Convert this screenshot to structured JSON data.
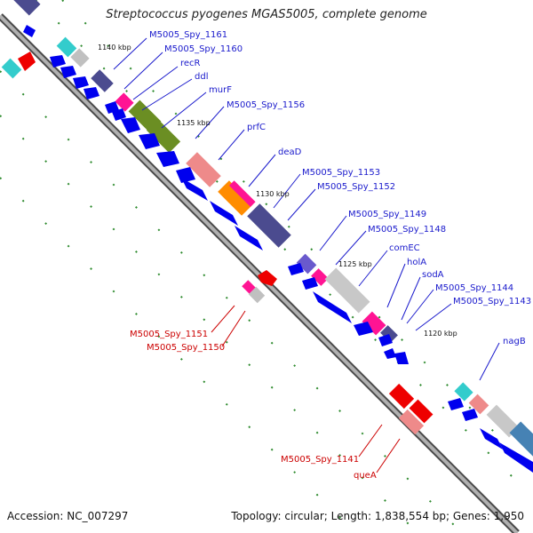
{
  "title": "Streptococcus pyogenes MGAS5005, complete genome",
  "accession": "Accession: NC_007297",
  "info": "Topology: circular; Length: 1,838,554 bp; Genes: 1,950",
  "colors": {
    "forward_gene": "#0000ee",
    "label_top": "#1a1acc",
    "label_bottom": "#cc0000",
    "backbone": "#808080",
    "tick": "#2e8b2e"
  },
  "kbp_ticks": [
    "1140 kbp",
    "1135 kbp",
    "1130 kbp",
    "1125 kbp",
    "1120 kbp"
  ],
  "top_labels": [
    "M5005_Spy_1161",
    "M5005_Spy_1160",
    "recR",
    "ddl",
    "murF",
    "M5005_Spy_1156",
    "prfC",
    "deaD",
    "M5005_Spy_1153",
    "M5005_Spy_1152",
    "M5005_Spy_1149",
    "M5005_Spy_1148",
    "comEC",
    "holA",
    "sodA",
    "M5005_Spy_1144",
    "M5005_Spy_1143",
    "nagB"
  ],
  "bottom_labels": [
    "M5005_Spy_1151",
    "M5005_Spy_1150",
    "M5005_Spy_1141",
    "queA"
  ]
}
